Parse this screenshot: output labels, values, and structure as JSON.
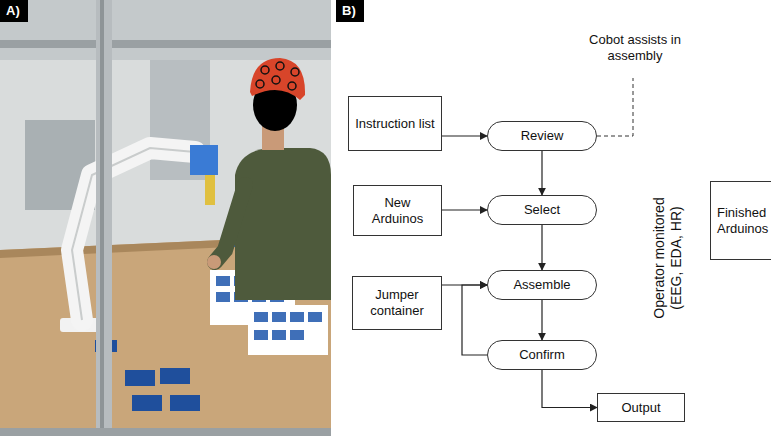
{
  "diagram": {
    "nodes": [
      {
        "text": [
          "Instruction list"
        ]
      },
      {
        "text": [
          "Review"
        ]
      },
      {
        "text": [
          "New Arduinos"
        ]
      },
      {
        "text": [
          "Select"
        ]
      },
      {
        "text": [
          "Jumper container"
        ]
      },
      {
        "text": [
          "Assemble"
        ]
      },
      {
        "text": [
          "Confirm"
        ]
      },
      {
        "text": [
          "Output"
        ]
      },
      {
        "text": [
          "Finished Arduinos"
        ]
      }
    ],
    "edges": [
      {
        "from": 0,
        "to": 1,
        "arrow": "to"
      },
      {
        "from": 1,
        "to": 3,
        "arrow": "to"
      },
      {
        "from": 2,
        "to": 3,
        "arrow": "to"
      },
      {
        "from": 3,
        "to": 5,
        "arrow": "to"
      },
      {
        "from": 4,
        "to": 5,
        "arrow": "to"
      },
      {
        "from": 5,
        "to": 6,
        "arrow": "to"
      },
      {
        "from": 6,
        "to": 5,
        "arrow": "to"
      },
      {
        "from": 6,
        "to": 7,
        "arrow": "to"
      }
    ],
    "labels": [
      "A)",
      "B)",
      "Cobot assists in assembly",
      "Operator monitored (EEG, EDA, HR)"
    ]
  }
}
